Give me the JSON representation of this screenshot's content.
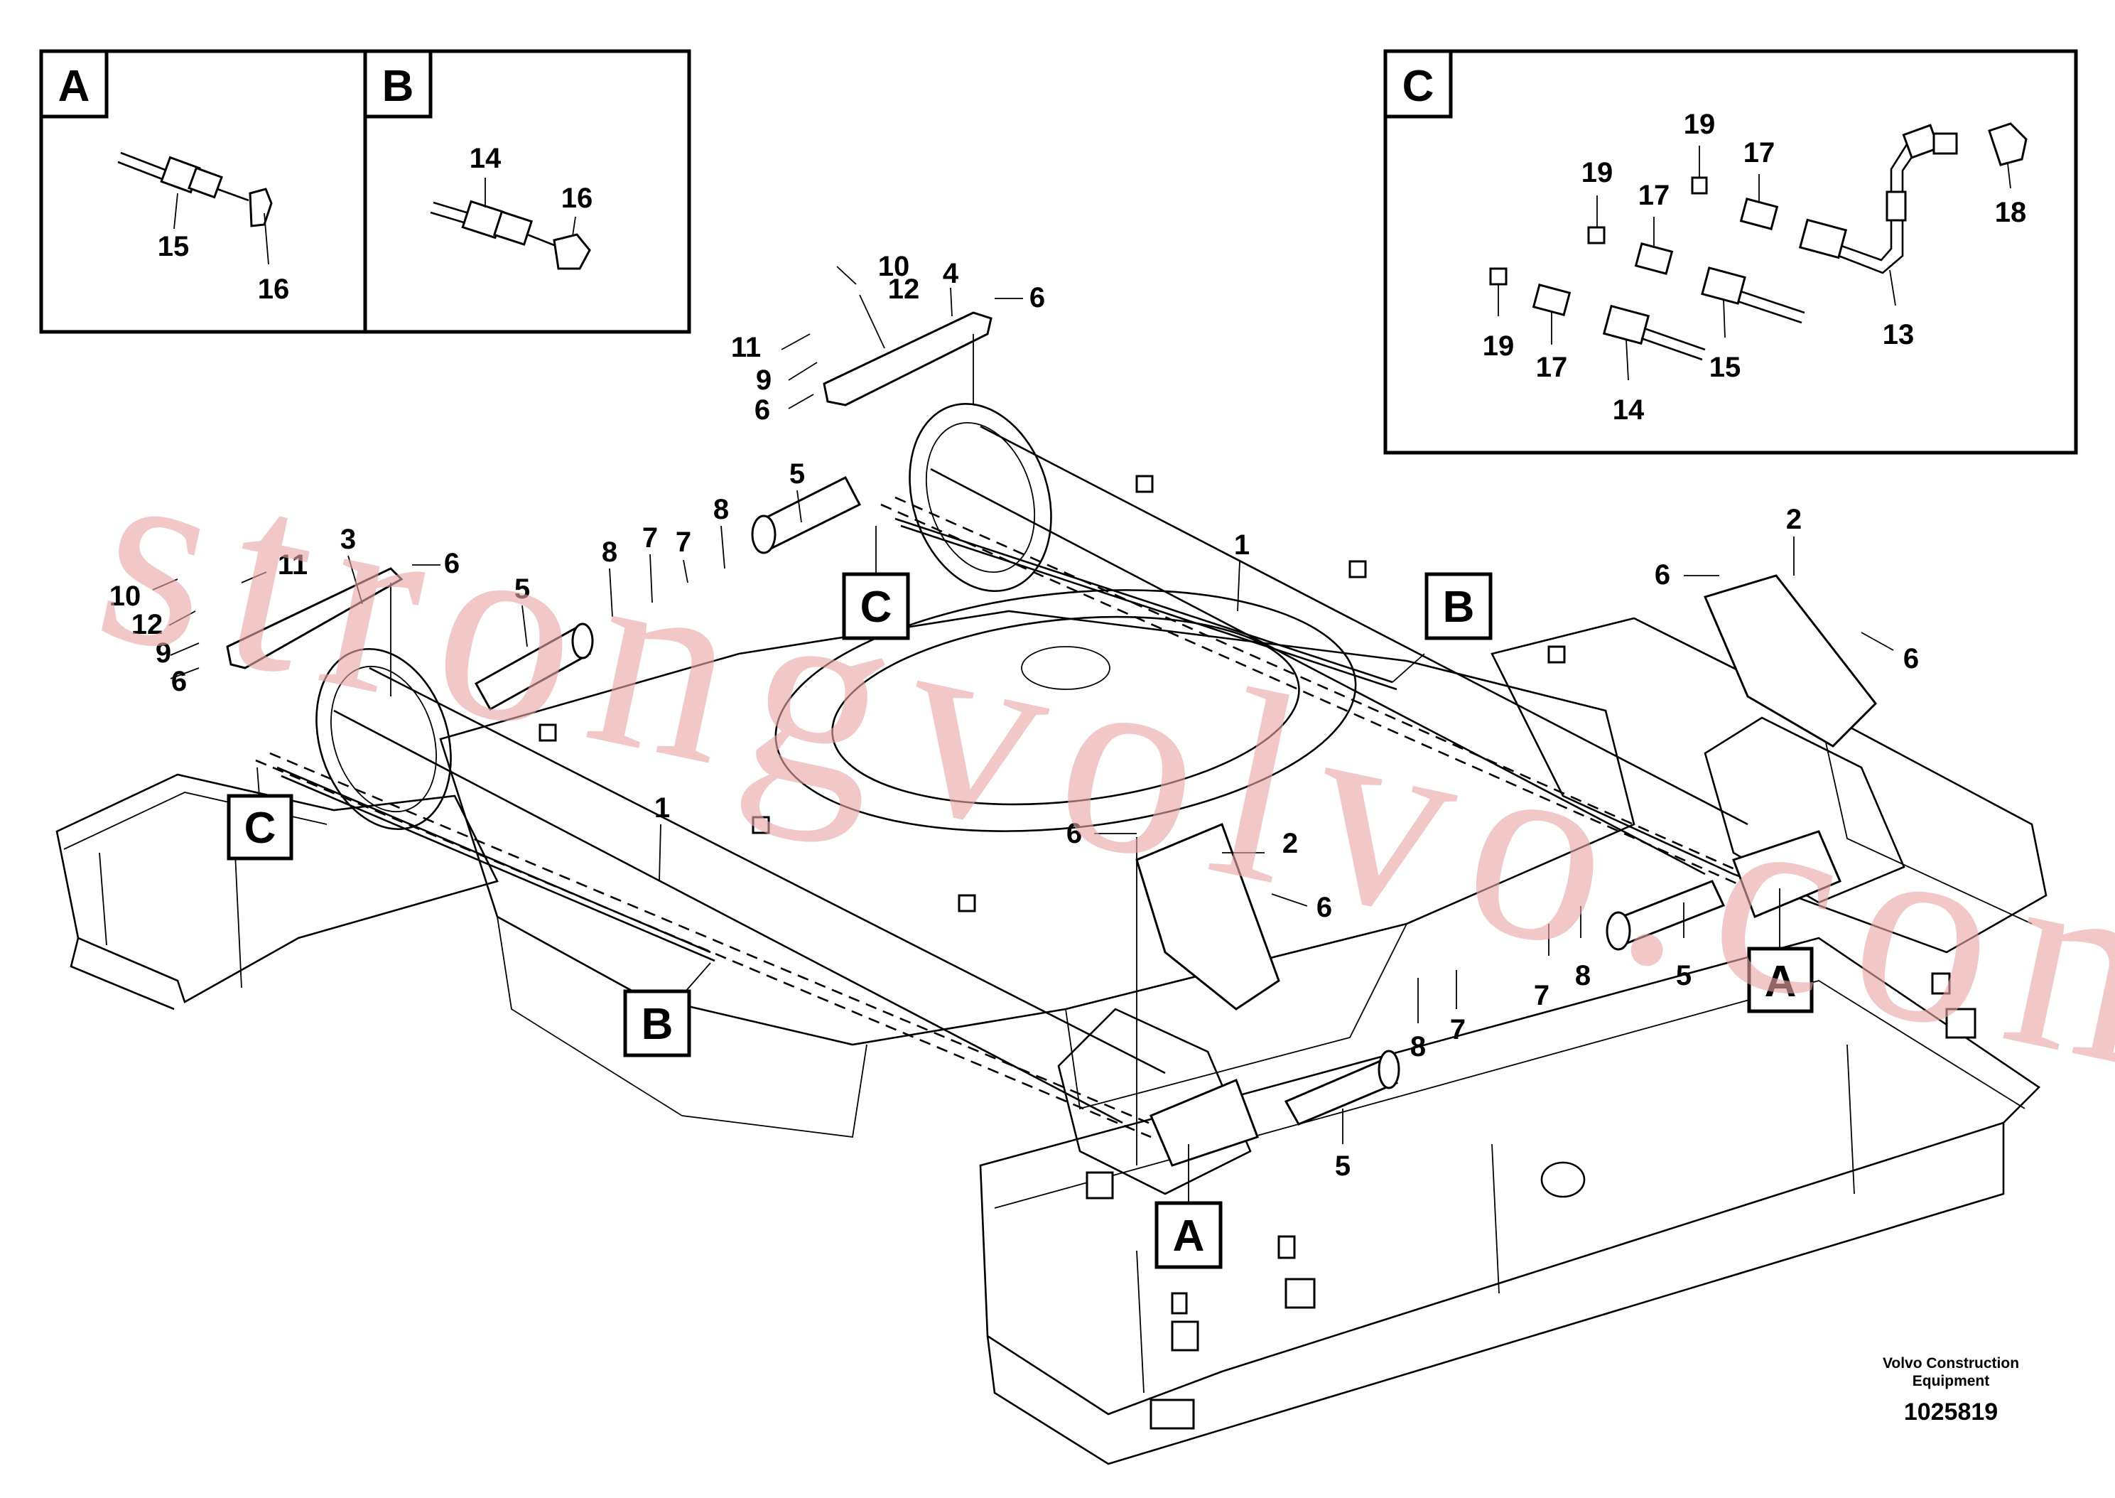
{
  "inset_a": {
    "tag": "A",
    "callouts": [
      "15",
      "16"
    ]
  },
  "inset_b": {
    "tag": "B",
    "callouts": [
      "14",
      "16"
    ]
  },
  "inset_c": {
    "tag": "C",
    "callouts": [
      "19",
      "17",
      "19",
      "17",
      "19",
      "17",
      "14",
      "15",
      "13",
      "18"
    ]
  },
  "main_callouts": {
    "top_bracket": [
      "10",
      "12",
      "4",
      "6",
      "11",
      "9",
      "6"
    ],
    "left_bracket": [
      "3",
      "6",
      "11",
      "10",
      "12",
      "9",
      "6"
    ],
    "center_pin": [
      "5",
      "8",
      "7",
      "5",
      "8",
      "7"
    ],
    "hoses": [
      "1",
      "1"
    ],
    "right_side": [
      "2",
      "6",
      "6",
      "5",
      "8",
      "7"
    ],
    "mid_cover": [
      "6",
      "2",
      "6"
    ],
    "front_pin": [
      "8",
      "7",
      "5"
    ]
  },
  "view_tags": [
    "C",
    "C",
    "B",
    "B",
    "A",
    "A"
  ],
  "watermark": "strongvolvo.com",
  "footer": {
    "line1": "Volvo Construction",
    "line2": "Equipment",
    "code": "1025819"
  }
}
